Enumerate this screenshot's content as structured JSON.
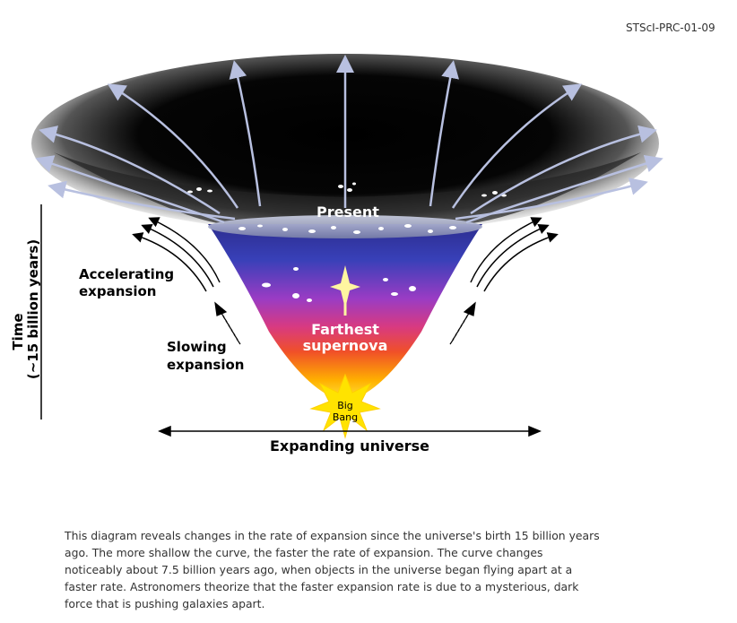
{
  "credit": "STScI-PRC-01-09",
  "labels": {
    "present": "Present",
    "accelerating_line1": "Accelerating",
    "accelerating_line2": "expansion",
    "slowing_line1": "Slowing",
    "slowing_line2": "expansion",
    "farthest_line1": "Farthest",
    "farthest_line2": "supernova",
    "bigbang_line1": "Big",
    "bigbang_line2": "Bang",
    "time_line1": "Time",
    "time_line2": "(~15 billion years)",
    "expanding": "Expanding universe"
  },
  "caption": "This diagram reveals changes in the rate of expansion since the universe's birth 15 billion years ago. The more shallow the curve, the faster the rate of expansion. The curve changes noticeably about 7.5 billion years ago, when objects in the universe began flying apart at a faster rate. Astronomers theorize that the faster expansion rate is due to a mysterious, dark force that is pushing galaxies apart.",
  "colors": {
    "cone_top": "#3a3aa0",
    "cone_mid": "#a040c0",
    "cone_low": "#e04030",
    "cone_bottom": "#ffd000",
    "sky": "#000000",
    "arrows": "#b8c0e0"
  }
}
